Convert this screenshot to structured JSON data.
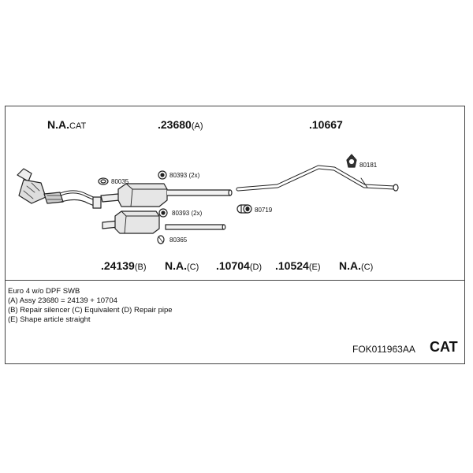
{
  "top_labels": [
    {
      "number": "N.A.",
      "suffix": "CAT"
    },
    {
      "number": ".23680",
      "suffix": "(A)"
    },
    {
      "number": ".10667",
      "suffix": ""
    }
  ],
  "bottom_labels": [
    {
      "number": ".24139",
      "suffix": "(B)"
    },
    {
      "number": "N.A.",
      "suffix": "(C)"
    },
    {
      "number": ".10704",
      "suffix": "(D)"
    },
    {
      "number": ".10524",
      "suffix": "(E)"
    },
    {
      "number": "N.A.",
      "suffix": "(C)"
    }
  ],
  "fittings": [
    {
      "label": "80035"
    },
    {
      "label": "80393 (2x)"
    },
    {
      "label": "80393 (2x)"
    },
    {
      "label": "80365"
    },
    {
      "label": "80719"
    },
    {
      "label": "80181"
    }
  ],
  "notes": [
    "Euro 4   w/o DPF   SWB",
    "(A) Assy 23680 = 24139 + 10704",
    "(B) Repair silencer (C) Equivalent (D) Repair pipe",
    "(E) Shape article straight"
  ],
  "footer": {
    "code": "FOK011963AA",
    "cat": "CAT"
  }
}
